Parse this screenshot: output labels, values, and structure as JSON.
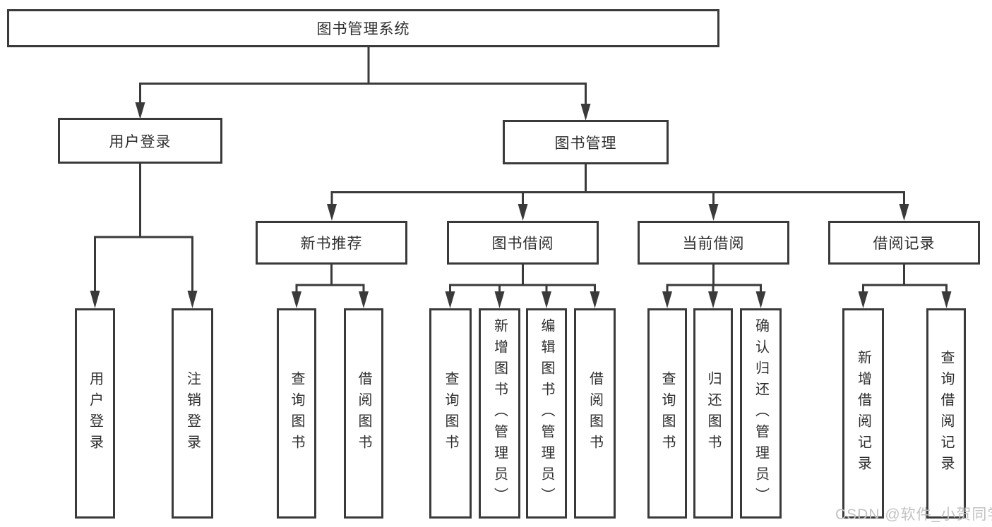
{
  "root": {
    "label": "图书管理系统"
  },
  "branches": {
    "user_login": {
      "label": "用户登录",
      "children": [
        {
          "label": "用户登录"
        },
        {
          "label": "注销登录"
        }
      ]
    },
    "book_management": {
      "label": "图书管理",
      "groups": [
        {
          "label": "新书推荐",
          "children": [
            {
              "label": "查询图书"
            },
            {
              "label": "借阅图书"
            }
          ]
        },
        {
          "label": "图书借阅",
          "children": [
            {
              "label": "查询图书"
            },
            {
              "label": "新增图书（管理员）"
            },
            {
              "label": "编辑图书（管理员）"
            },
            {
              "label": "借阅图书"
            }
          ]
        },
        {
          "label": "当前借阅",
          "children": [
            {
              "label": "查询图书"
            },
            {
              "label": "归还图书"
            },
            {
              "label": "确认归还（管理员）"
            }
          ]
        },
        {
          "label": "借阅记录",
          "children": [
            {
              "label": "新增借阅记录"
            },
            {
              "label": "查询借阅记录"
            }
          ]
        }
      ]
    }
  },
  "watermark": "CSDN @软件_小贺同学",
  "colors": {
    "line": "#3a3a3a",
    "text": "#2e2e2e",
    "watermark": "#c2c2c2",
    "background": "#ffffff"
  }
}
